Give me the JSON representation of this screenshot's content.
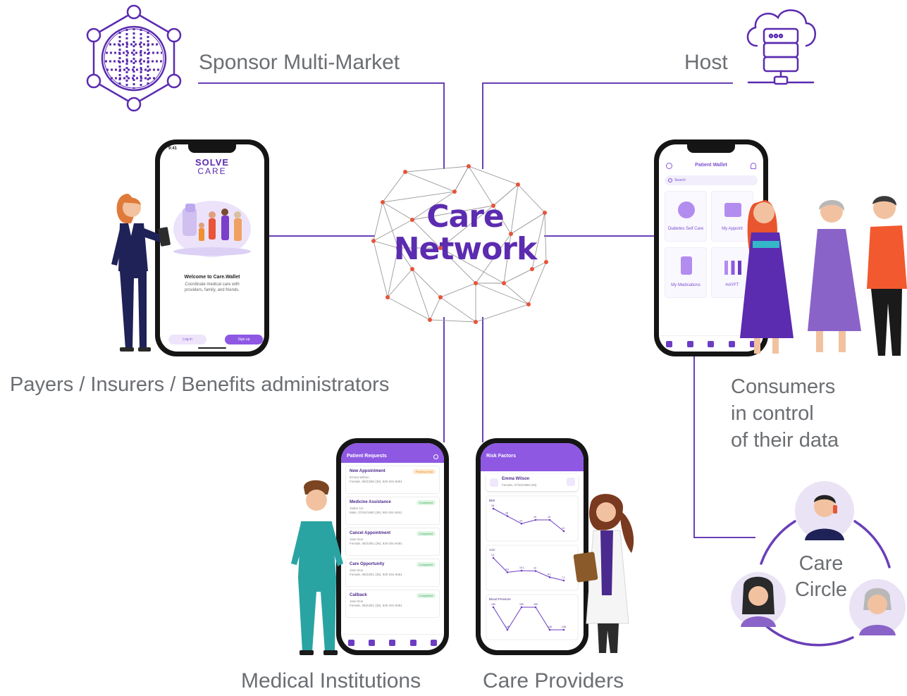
{
  "labels": {
    "sponsor": "Sponsor Multi-Market",
    "host": "Host",
    "payers": "Payers / Insurers / Benefits administrators",
    "consumers": [
      "Consumers",
      "in control",
      "of their data"
    ],
    "medical": "Medical Institutions",
    "providers": "Care Providers"
  },
  "network": {
    "line1": "Care",
    "line2": "Network"
  },
  "care_circle": {
    "line1": "Care",
    "line2": "Circle"
  },
  "colors": {
    "accent": "#5b2bb0",
    "line": "#6a3fb8",
    "node": "#e8533a",
    "label": "#6b6e72"
  },
  "phone_solve": {
    "time": "9:41",
    "logo_top": "SOLVE",
    "logo_bottom": "CARE",
    "welcome": "Welcome to Care.Wallet",
    "subtitle": "Coordinate medical care with providers, family, and friends.",
    "login": "Log in",
    "signup": "Sign up"
  },
  "phone_wallet": {
    "title": "Patient Wallet",
    "search": "Search",
    "tiles": [
      "Diabetes Self Care",
      "My Appoint",
      "My Medications",
      "HAYFT"
    ]
  },
  "phone_requests": {
    "title": "Patient Requests",
    "items": [
      {
        "title": "New Appointment",
        "badge": "Pending Host",
        "name": "Emma Wilson",
        "detail": "Female, 08/23/80 (39), 920-291-8481"
      },
      {
        "title": "Medicine Assistance",
        "badge": "Completed",
        "name": "Jaden Lin",
        "detail": "Male, 07/04/1980 (39), 920-291-8481"
      },
      {
        "title": "Cancel Appointment",
        "badge": "Completed",
        "name": "Jane Doe",
        "detail": "Female, 08/23/81 (38), 920-291-8481"
      },
      {
        "title": "Care Opportunity",
        "badge": "Completed",
        "name": "Jane Doe",
        "detail": "Female, 08/23/81 (38), 920-291-8481"
      },
      {
        "title": "Callback",
        "badge": "Completed",
        "name": "Jane Doe",
        "detail": "Female, 08/23/81 (38), 920-291-8481"
      }
    ]
  },
  "phone_risk": {
    "title": "Risk Factors",
    "patient": "Emma Wilson",
    "patient_detail": "Female, 07/20/1980 (39)",
    "charts": [
      {
        "label": "BMI",
        "values": [
          18,
          16,
          14,
          15,
          15,
          12
        ]
      },
      {
        "label": "A1C",
        "values": [
          14.0,
          9.6,
          10.1,
          10.0,
          8.1,
          7.1
        ]
      },
      {
        "label": "Blood Pressure",
        "values": [
          150,
          145,
          150,
          150,
          145,
          145
        ]
      }
    ]
  },
  "icons": [
    "globe-network-icon",
    "cloud-server-icon"
  ]
}
